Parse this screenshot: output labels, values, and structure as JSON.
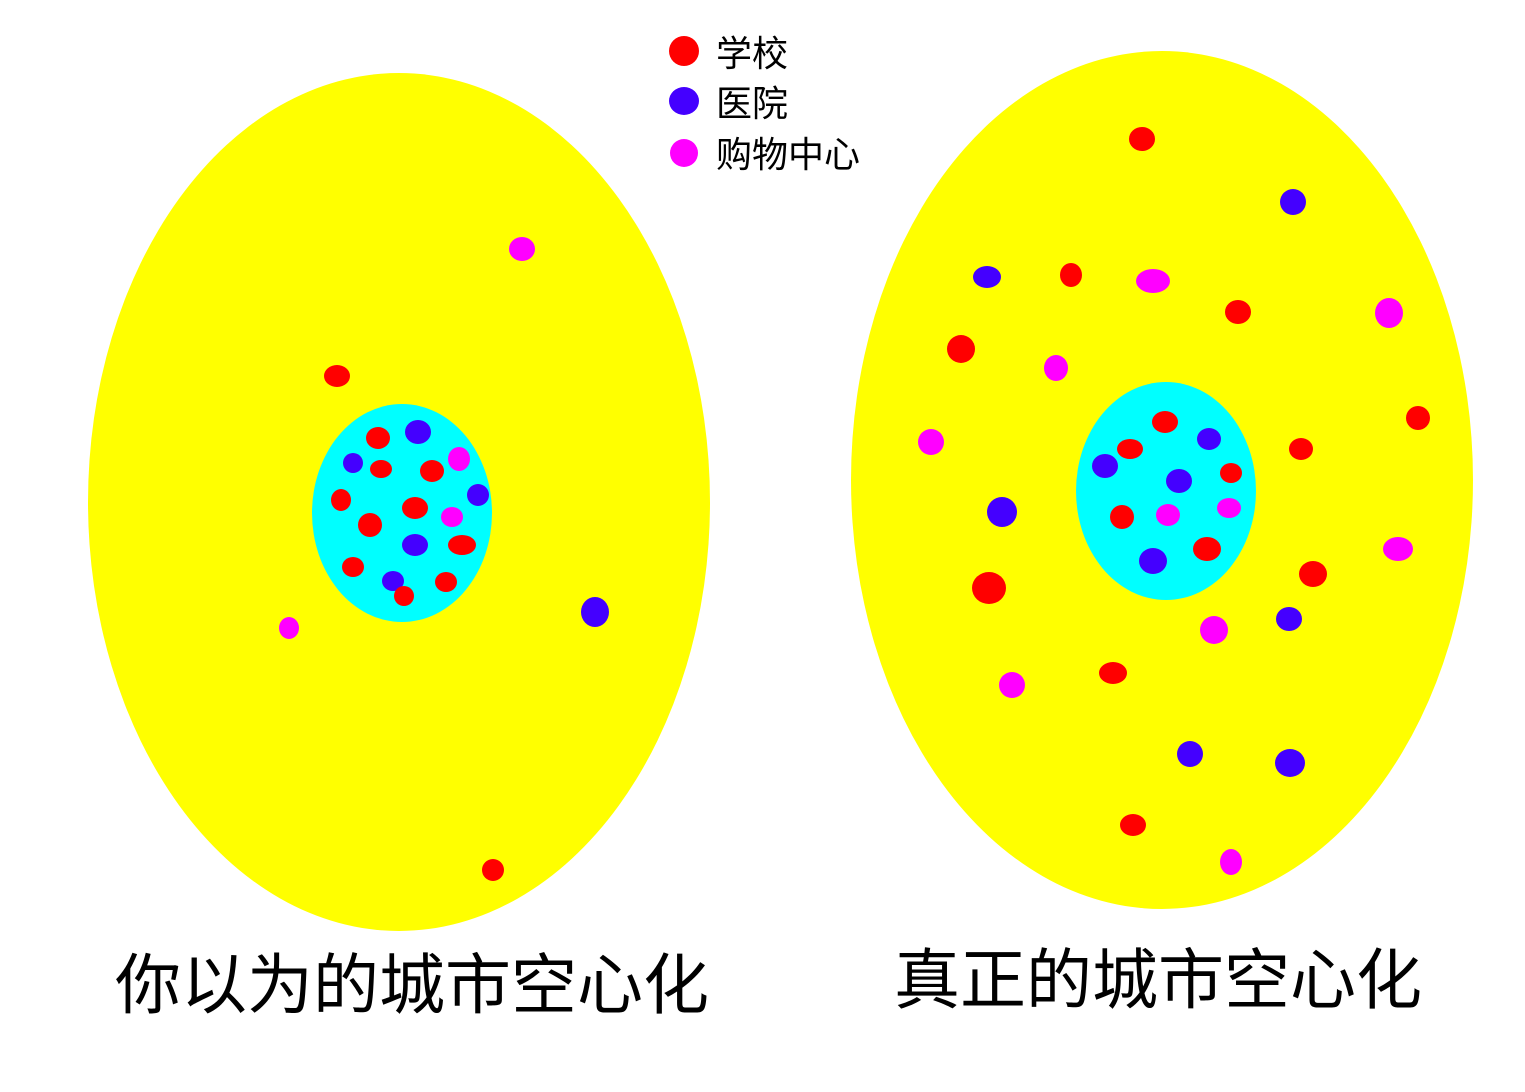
{
  "legend": {
    "items": [
      {
        "key": "school",
        "label": "学校",
        "color": "#ff0000"
      },
      {
        "key": "hospital",
        "label": "医院",
        "color": "#4400ff"
      },
      {
        "key": "mall",
        "label": "购物中心",
        "color": "#ff00ff"
      }
    ]
  },
  "colors": {
    "city": "#ffff00",
    "center": "#00ffff"
  },
  "panels": [
    {
      "id": "imagined",
      "caption": "你以为的城市空心化",
      "facilities": [
        {
          "type": "mall"
        },
        {
          "type": "school"
        },
        {
          "type": "school"
        },
        {
          "type": "hospital"
        },
        {
          "type": "hospital"
        },
        {
          "type": "school"
        },
        {
          "type": "school"
        },
        {
          "type": "mall"
        },
        {
          "type": "school"
        },
        {
          "type": "hospital"
        },
        {
          "type": "school"
        },
        {
          "type": "school"
        },
        {
          "type": "mall"
        },
        {
          "type": "hospital"
        },
        {
          "type": "school"
        },
        {
          "type": "school"
        },
        {
          "type": "hospital"
        },
        {
          "type": "school"
        },
        {
          "type": "school"
        },
        {
          "type": "hospital"
        },
        {
          "type": "mall"
        },
        {
          "type": "school"
        }
      ]
    },
    {
      "id": "real",
      "caption": "真正的城市空心化",
      "facilities": [
        {
          "type": "school"
        },
        {
          "type": "hospital"
        },
        {
          "type": "hospital"
        },
        {
          "type": "school"
        },
        {
          "type": "mall"
        },
        {
          "type": "school"
        },
        {
          "type": "mall"
        },
        {
          "type": "school"
        },
        {
          "type": "mall"
        },
        {
          "type": "school"
        },
        {
          "type": "mall"
        },
        {
          "type": "school"
        },
        {
          "type": "hospital"
        },
        {
          "type": "school"
        },
        {
          "type": "hospital"
        },
        {
          "type": "hospital"
        },
        {
          "type": "school"
        },
        {
          "type": "hospital"
        },
        {
          "type": "school"
        },
        {
          "type": "mall"
        },
        {
          "type": "mall"
        },
        {
          "type": "hospital"
        },
        {
          "type": "school"
        },
        {
          "type": "school"
        },
        {
          "type": "hospital"
        },
        {
          "type": "school"
        },
        {
          "type": "mall"
        },
        {
          "type": "mall"
        },
        {
          "type": "hospital"
        },
        {
          "type": "mall"
        },
        {
          "type": "school"
        },
        {
          "type": "hospital"
        },
        {
          "type": "school"
        },
        {
          "type": "school"
        },
        {
          "type": "mall"
        }
      ]
    }
  ]
}
